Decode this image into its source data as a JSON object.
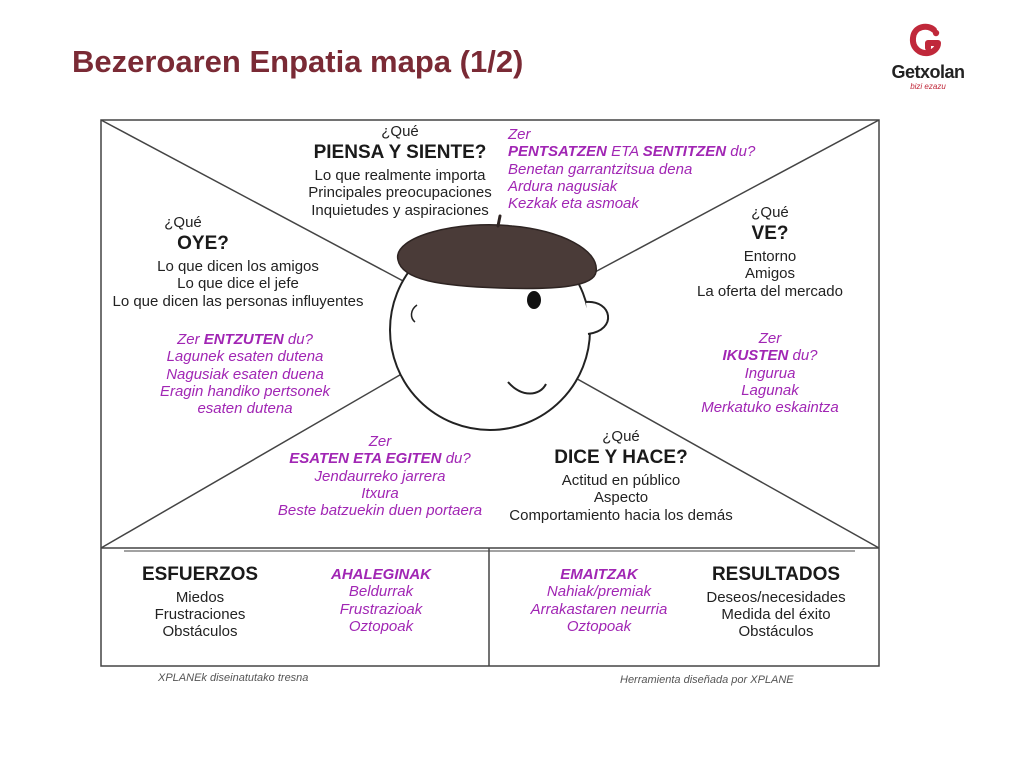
{
  "title": "Bezeroaren Enpatia mapa (1/2)",
  "logo": {
    "name": "Getxolan",
    "tagline": "bizi ezazu",
    "brand_color": "#c0283a",
    "icon": "getxolan-logo-icon"
  },
  "colors": {
    "title": "#7a2a35",
    "basque_text": "#a126b4",
    "spanish_text": "#222222",
    "beret": "#4a3b38"
  },
  "piensa": {
    "es": {
      "que": "¿Qué",
      "heading": "PIENSA Y SIENTE?",
      "items": [
        "Lo que realmente importa",
        "Principales preocupaciones",
        "Inquietudes y aspiraciones"
      ]
    },
    "eu": {
      "zer": "Zer",
      "heading_a": "PENTSATZEN",
      "heading_b": "ETA",
      "heading_c": "SENTITZEN",
      "heading_d": "du?",
      "items": [
        "Benetan garrantzitsua dena",
        "Ardura nagusiak",
        "Kezkak eta asmoak"
      ]
    }
  },
  "oye": {
    "es": {
      "que": "¿Qué",
      "heading": "OYE?",
      "items": [
        "Lo que dicen los amigos",
        "Lo que dice el jefe",
        "Lo que dicen las personas influyentes"
      ]
    },
    "eu": {
      "zer": "Zer",
      "verb": "ENTZUTEN",
      "du": "du?",
      "items": [
        "Lagunek esaten dutena",
        "Nagusiak esaten duena",
        "Eragin handiko pertsonek",
        "esaten dutena"
      ]
    }
  },
  "ve": {
    "es": {
      "que": "¿Qué",
      "heading": "VE?",
      "items": [
        "Entorno",
        "Amigos",
        "La oferta del mercado"
      ]
    },
    "eu": {
      "zer": "Zer",
      "verb": "IKUSTEN",
      "du": "du?",
      "items": [
        "Ingurua",
        "Lagunak",
        "Merkatuko eskaintza"
      ]
    }
  },
  "esaten": {
    "eu": {
      "zer": "Zer",
      "verb": "ESATEN ETA EGITEN",
      "du": "du?",
      "items": [
        "Jendaurreko jarrera",
        "Itxura",
        "Beste batzuekin duen portaera"
      ]
    }
  },
  "dice": {
    "es": {
      "que": "¿Qué",
      "heading": "DICE Y HACE?",
      "items": [
        "Actitud en público",
        "Aspecto",
        "Comportamiento hacia los demás"
      ]
    }
  },
  "esfuerzos": {
    "es": {
      "heading": "ESFUERZOS",
      "items": [
        "Miedos",
        "Frustraciones",
        "Obstáculos"
      ]
    },
    "eu": {
      "heading": "AHALEGINAK",
      "items": [
        "Beldurrak",
        "Frustrazioak",
        "Oztopoak"
      ]
    }
  },
  "resultados": {
    "eu": {
      "heading": "EMAITZAK",
      "items": [
        "Nahiak/premiak",
        "Arrakastaren neurria",
        "Oztopoak"
      ]
    },
    "es": {
      "heading": "RESULTADOS",
      "items": [
        "Deseos/necesidades",
        "Medida del éxito",
        "Obstáculos"
      ]
    }
  },
  "footer": {
    "left": "XPLANEk diseinatutako tresna",
    "right": "Herramienta diseñada por XPLANE"
  }
}
